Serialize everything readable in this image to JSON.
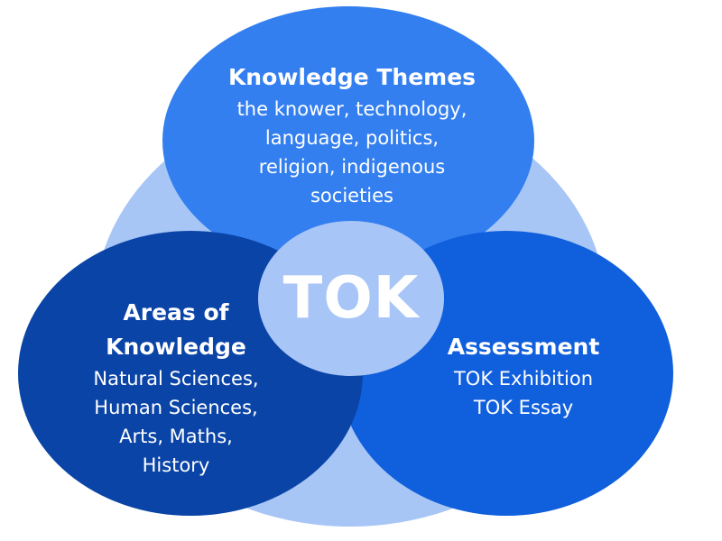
{
  "colors": {
    "back_circle": "#a7c6f6",
    "top_ellipse": "#337ff0",
    "right_ellipse": "#105fdc",
    "left_ellipse": "#0a44a7",
    "center_ellipse": "#a8c5f7",
    "text": "#ffffff"
  },
  "center": {
    "label": "TOK"
  },
  "top": {
    "title": "Knowledge Themes",
    "lines": [
      "the knower, technology,",
      "language, politics,",
      "religion, indigenous",
      "societies"
    ]
  },
  "left": {
    "title_lines": [
      "Areas of",
      "Knowledge"
    ],
    "lines": [
      "Natural Sciences,",
      "Human Sciences,",
      "Arts, Maths,",
      "History"
    ]
  },
  "right": {
    "title": "Assessment",
    "lines": [
      "TOK Exhibition",
      "TOK Essay"
    ]
  }
}
